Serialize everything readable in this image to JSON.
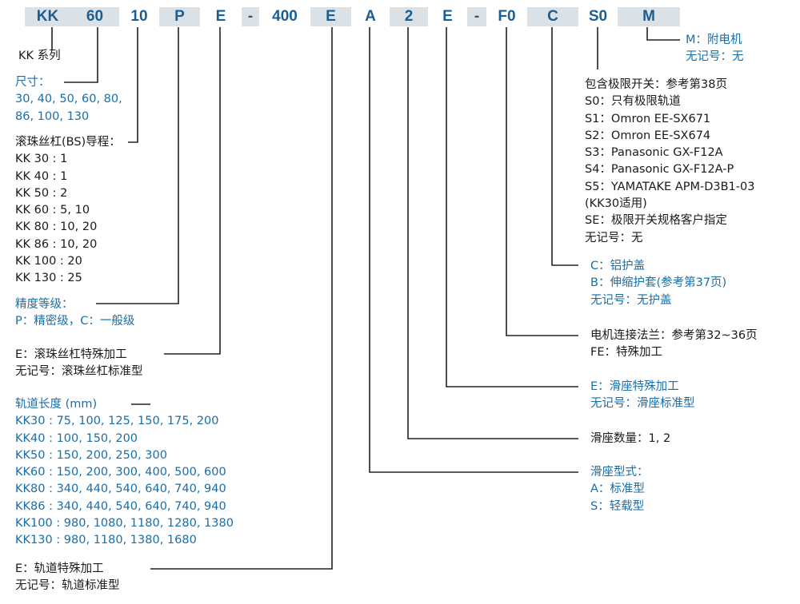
{
  "code_segments": [
    {
      "text": "KK",
      "shade": "grey"
    },
    {
      "text": "60",
      "shade": "grey"
    },
    {
      "text": "10",
      "shade": "white"
    },
    {
      "text": "P",
      "shade": "grey"
    },
    {
      "text": "E",
      "shade": "white"
    },
    {
      "text": "-",
      "shade": "grey"
    },
    {
      "text": "400",
      "shade": "white"
    },
    {
      "text": "E",
      "shade": "grey"
    },
    {
      "text": "A",
      "shade": "white"
    },
    {
      "text": "2",
      "shade": "grey"
    },
    {
      "text": "E",
      "shade": "white"
    },
    {
      "text": "-",
      "shade": "grey"
    },
    {
      "text": "F0",
      "shade": "white"
    },
    {
      "text": "C",
      "shade": "grey"
    },
    {
      "text": "S0",
      "shade": "white"
    },
    {
      "text": "M",
      "shade": "grey"
    }
  ],
  "colors": {
    "accent": "#1a6ea8",
    "code_text": "#1a5e93",
    "code_bg": "#dbe2e7",
    "line": "#222222"
  },
  "left": {
    "series": "KK 系列",
    "size": {
      "title": "尺寸：",
      "lines": [
        "30, 40, 50, 60, 80,",
        "86, 100, 130"
      ]
    },
    "lead": {
      "title": "滚珠丝杠(BS)导程：",
      "lines": [
        "KK 30 : 1",
        "KK 40 : 1",
        "KK 50 : 2",
        "KK 60 :  5, 10",
        "KK 80 : 10, 20",
        "KK 86 :  10, 20",
        "KK 100 :  20",
        "KK 130 :  25"
      ]
    },
    "accuracy": {
      "title": "精度等级：",
      "lines": [
        "P：精密级，C：一般级"
      ]
    },
    "screw_special": {
      "lines": [
        "E：滚珠丝杠特殊加工",
        "无记号：滚珠丝杠标准型"
      ]
    },
    "rail_length": {
      "title": "轨道长度 (mm)",
      "lines": [
        "KK30 : 75, 100, 125, 150, 175, 200",
        "KK40 : 100, 150, 200",
        "KK50 : 150, 200, 250, 300",
        "KK60 : 150, 200, 300,  400,  500, 600",
        "KK80 : 340, 440, 540, 640, 740, 940",
        "KK86 : 340, 440, 540, 640, 740, 940",
        "KK100 : 980, 1080, 1180, 1280, 1380",
        "KK130 : 980, 1180, 1380, 1680"
      ]
    },
    "rail_special": {
      "lines": [
        "E：轨道特殊加工",
        "无记号：轨道标准型"
      ]
    }
  },
  "right": {
    "motor": {
      "lines": [
        "M：附电机",
        "无记号：无"
      ]
    },
    "limit_switch": {
      "lines": [
        "包含极限开关：参考第38页",
        "S0：只有极限轨道",
        "S1：Omron EE-SX671",
        "S2：Omron EE-SX674",
        "S3：Panasonic GX-F12A",
        "S4：Panasonic GX-F12A-P",
        "S5：YAMATAKE APM-D3B1-03",
        "      (KK30适用)",
        "SE：极限开关规格客户指定",
        "无记号：无"
      ]
    },
    "cover": {
      "lines": [
        "C：铝护盖",
        "B：伸缩护套(参考第37页)",
        "无记号：无护盖"
      ]
    },
    "flange": {
      "lines": [
        "电机连接法兰：参考第32~36页",
        "FE：特殊加工"
      ]
    },
    "slider_special": {
      "lines": [
        "E：滑座特殊加工",
        "无记号：滑座标准型"
      ]
    },
    "slider_count": {
      "lines": [
        "滑座数量：1, 2"
      ]
    },
    "slider_type": {
      "lines": [
        "滑座型式：",
        "A：标准型",
        "S：轻载型"
      ]
    }
  }
}
